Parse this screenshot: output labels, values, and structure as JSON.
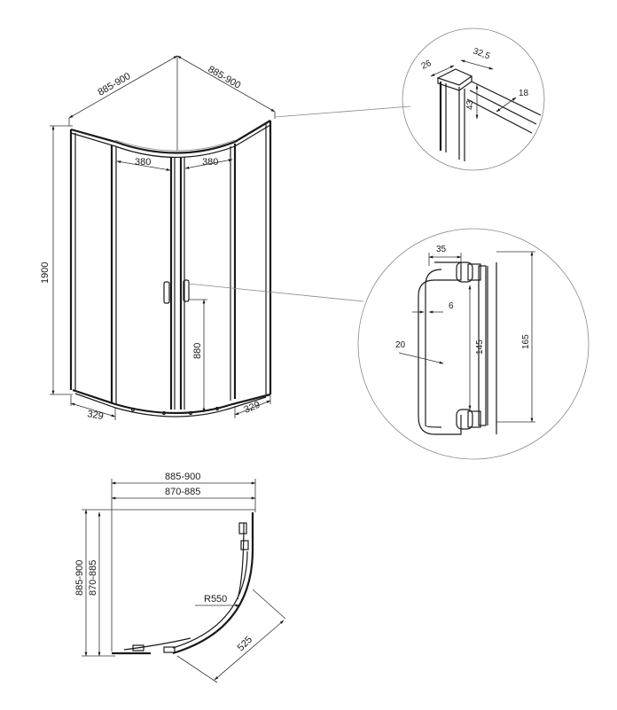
{
  "main_view": {
    "width_left": "885-900",
    "width_right": "885-900",
    "height": "1900",
    "door_left": "380",
    "door_right": "380",
    "handle_height": "880",
    "bottom_left": "329",
    "bottom_right": "329"
  },
  "profile_detail": {
    "d26": "26",
    "d32_5": "32,5",
    "d43": "43",
    "d18": "18"
  },
  "handle_detail": {
    "d35": "35",
    "d6": "6",
    "d20": "20",
    "d145": "145",
    "d165": "165"
  },
  "plan_view": {
    "outer_width": "885-900",
    "inner_width": "870-885",
    "outer_depth": "885-900",
    "inner_depth": "870-885",
    "radius": "R550",
    "diagonal": "525"
  }
}
